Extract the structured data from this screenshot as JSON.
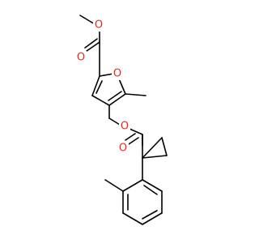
{
  "molecule": {
    "atom_labels": {
      "o_carbonyl_ester1": "O",
      "o_methoxy": "O",
      "o_furan": "O",
      "o_ester_link": "O",
      "o_carbonyl_ester2": "O"
    },
    "colors": {
      "oxygen": "#e8281e",
      "carbon_bond": "#000000",
      "background": "#ffffff"
    }
  }
}
